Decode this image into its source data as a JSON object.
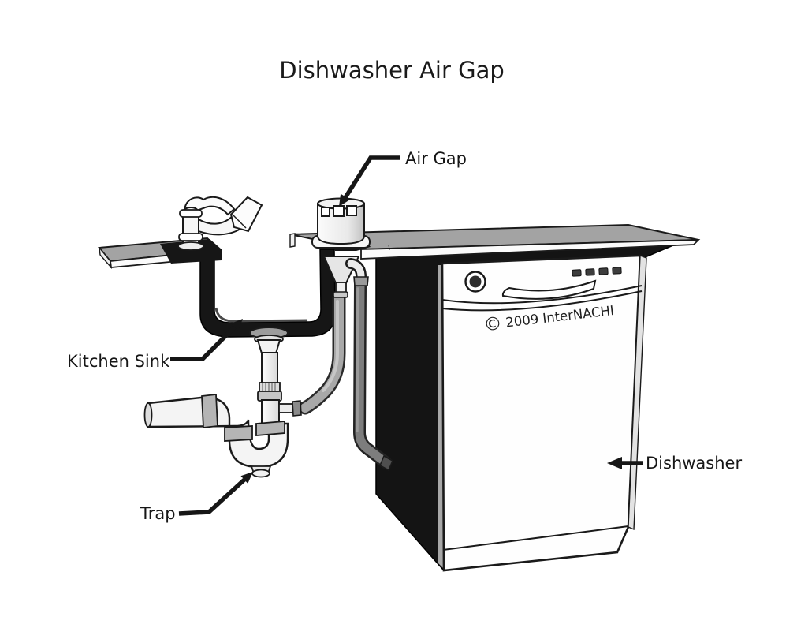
{
  "title": "Dishwasher Air Gap",
  "labels": {
    "air_gap": "Air Gap",
    "kitchen_sink": "Kitchen Sink",
    "trap": "Trap",
    "dishwasher": "Dishwasher"
  },
  "dishwasher_panel": {
    "copyright_symbol": "©",
    "copyright_text": "2009 InterNACHI"
  },
  "diagram": {
    "type": "plumbing-illustration",
    "components": [
      "countertop-left",
      "countertop-right",
      "faucet",
      "kitchen-sink",
      "sink-strainer",
      "tailpiece",
      "p-trap",
      "drain-arm",
      "air-gap-device",
      "air-gap-funnel",
      "dishwasher-drain-hose",
      "trap-branch-hose",
      "dishwasher",
      "control-dial",
      "panel-buttons",
      "door-handle"
    ]
  },
  "colors": {
    "background": "#ffffff",
    "line": "#1a1a1a",
    "fill_black": "#141414",
    "counter_gray": "#a3a3a3",
    "pipe_white": "#f4f4f4",
    "coupling_gray": "#b5b5b5",
    "hose_light": "#a8a8a8",
    "hose_dark": "#7d7d7d",
    "button_gray": "#3d3d3d"
  }
}
